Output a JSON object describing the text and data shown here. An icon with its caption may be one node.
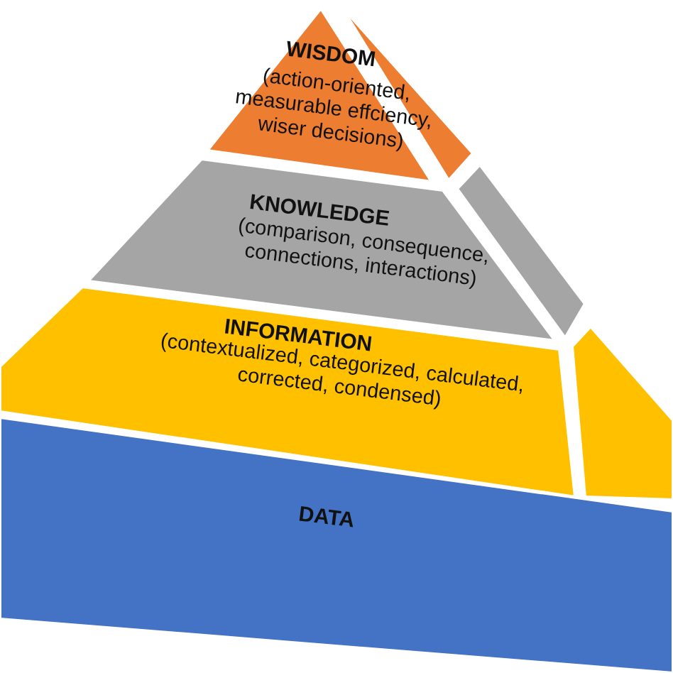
{
  "diagram": {
    "nodes": [
      {
        "text": [
          "WISDOM",
          "(action-oriented, measurable effciency, wiser decisions)"
        ]
      },
      {
        "text": [
          "KNOWLEDGE",
          "(comparison, consequence, connections, interactions)"
        ]
      },
      {
        "text": [
          "INFORMATION",
          "(contextualized, categorized, calculated, corrected, condensed)"
        ]
      },
      {
        "text": [
          "DATA"
        ]
      }
    ]
  }
}
